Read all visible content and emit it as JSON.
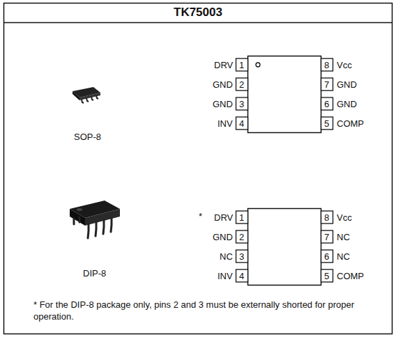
{
  "diagram": {
    "title": "TK75003",
    "labels": [
      "DRV",
      "1",
      "8",
      "Vcc",
      "GND",
      "2",
      "7",
      "GND",
      "GND",
      "3",
      "6",
      "GND",
      "INV",
      "4",
      "5",
      "COMP",
      "SOP-8",
      "*",
      "DRV",
      "1",
      "8",
      "Vcc",
      "GND",
      "2",
      "7",
      "NC",
      "NC",
      "3",
      "6",
      "NC",
      "INV",
      "4",
      "5",
      "COMP",
      "DIP-8",
      "* For the DIP-8 package only, pins 2 and 3 must be externally shorted for proper operation."
    ]
  }
}
